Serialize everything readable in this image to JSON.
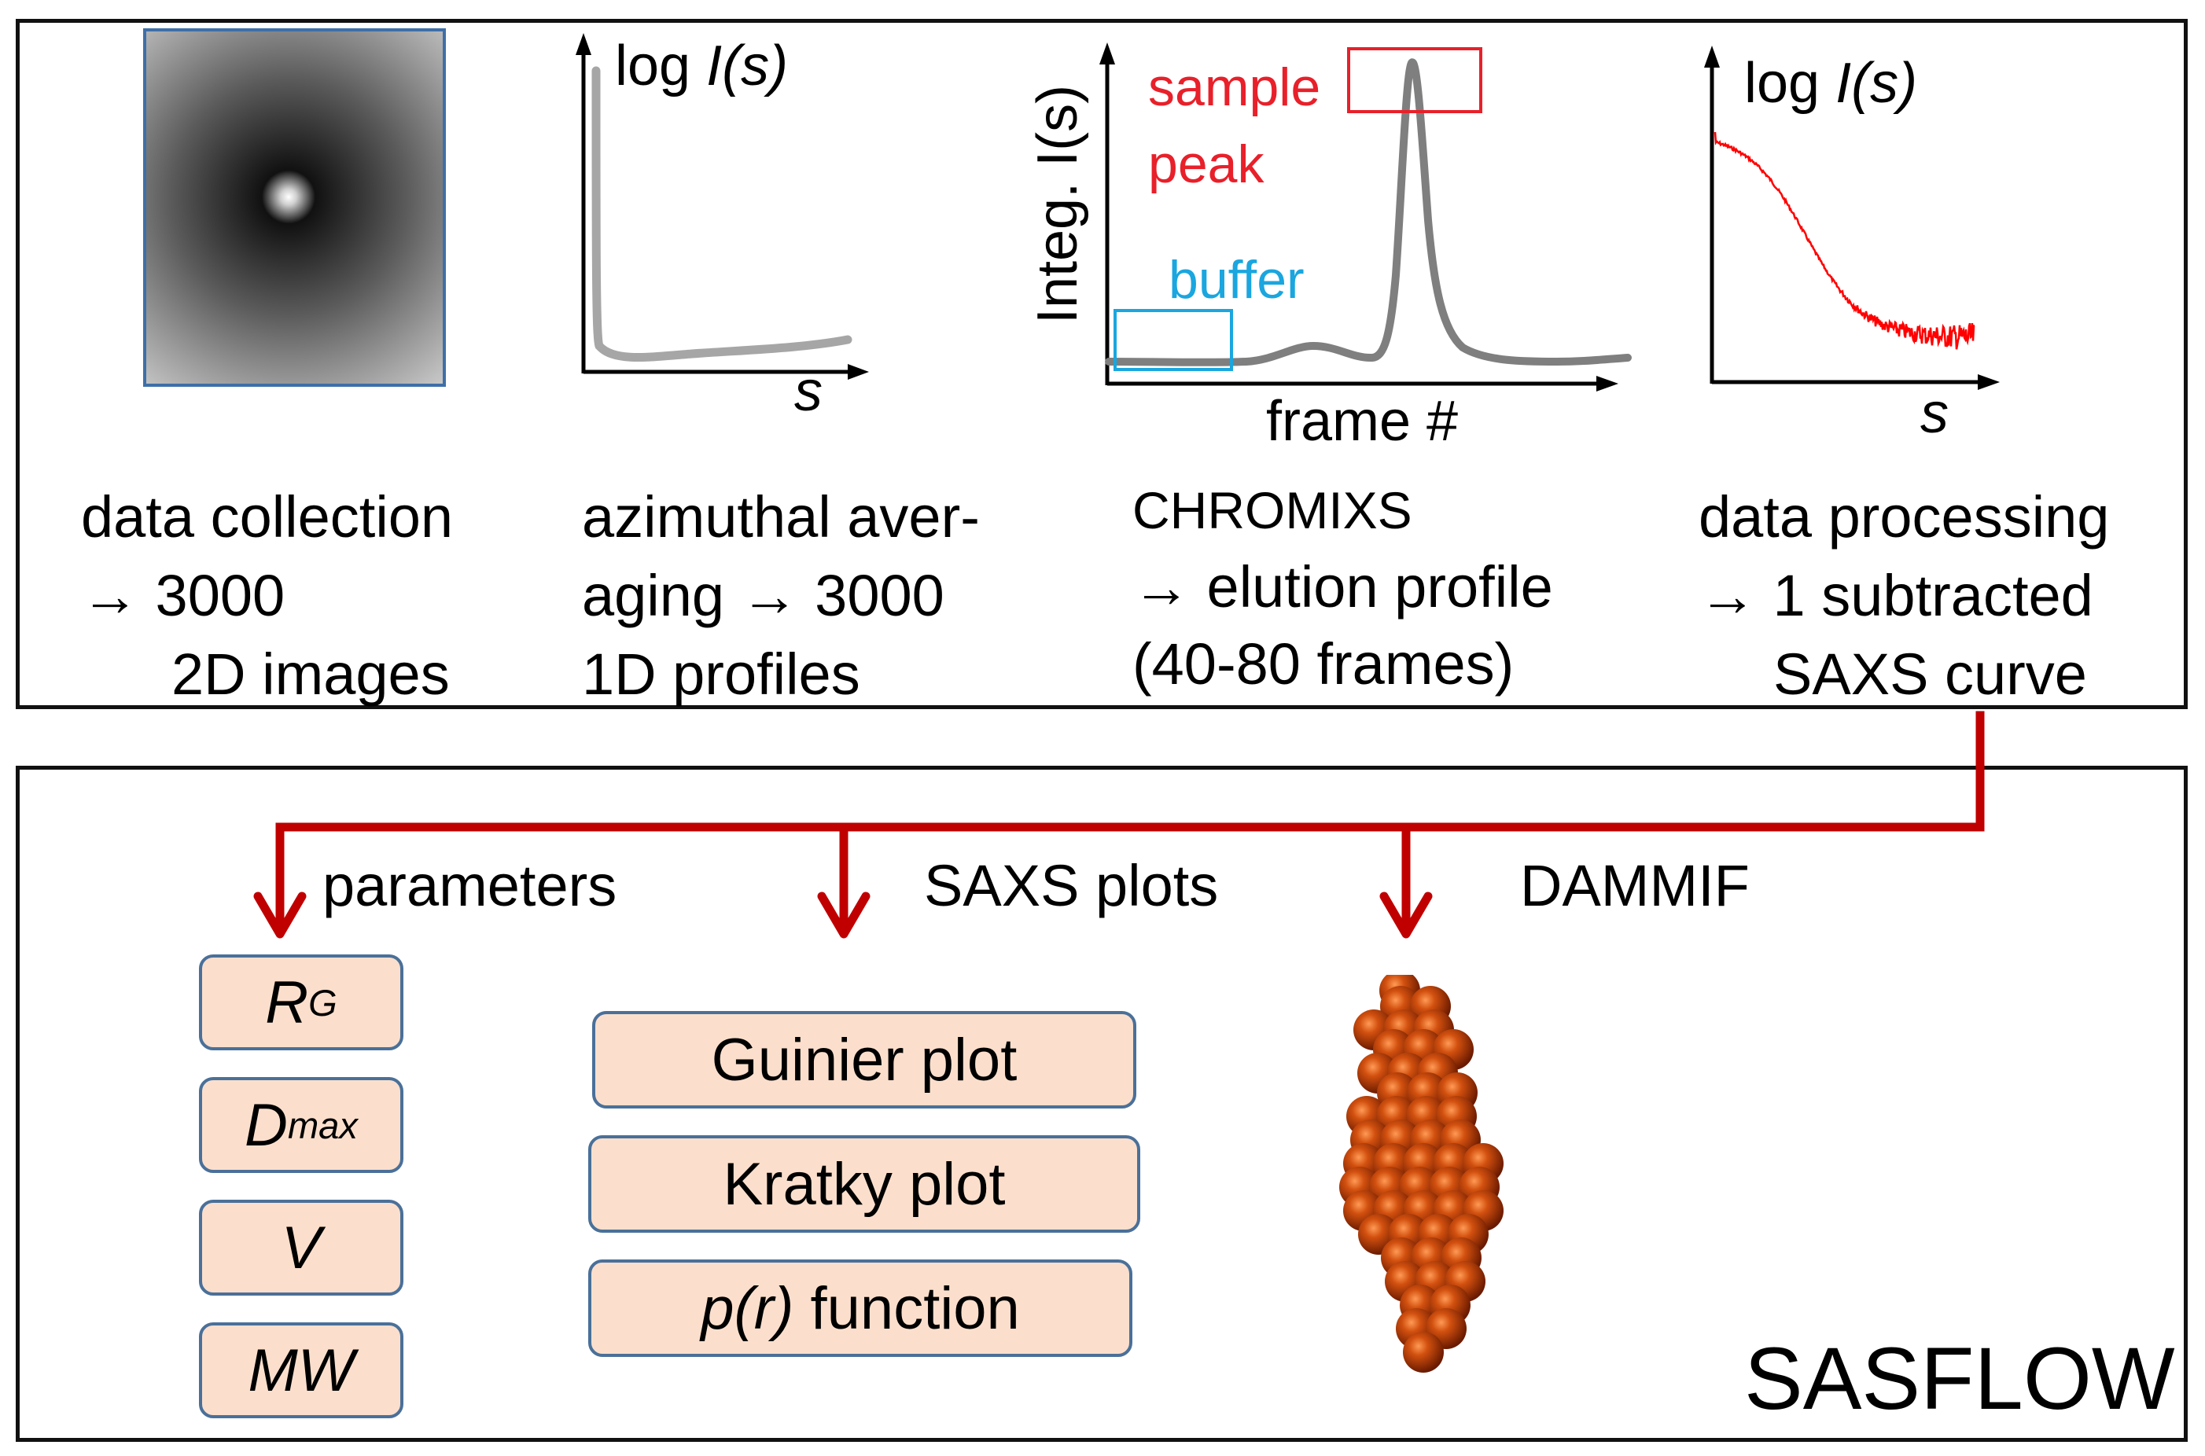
{
  "panels": {
    "collection": {
      "caption": [
        "data collection",
        "→  3000",
        "2D images"
      ]
    },
    "averaging": {
      "ylabel_prefix": "log ",
      "ylabel_italic": "I(s)",
      "xlabel": "s",
      "caption": [
        "azimuthal aver-",
        "aging → 3000",
        "1D profiles"
      ]
    },
    "chromixs": {
      "ylabel": "Integ. I(s)",
      "xlabel": "frame #",
      "sample_label": [
        "sample",
        "peak"
      ],
      "buffer_label": "buffer",
      "caption": [
        "CHROMIXS",
        "→ elution profile",
        "(40-80 frames)"
      ]
    },
    "processing": {
      "ylabel_prefix": "log ",
      "ylabel_italic": "I(s)",
      "xlabel": "s",
      "caption": [
        "data processing",
        "→ 1 subtracted",
        "SAXS curve"
      ]
    }
  },
  "branches": {
    "parameters": "parameters",
    "saxs_plots": "SAXS plots",
    "dammif": "DAMMIF"
  },
  "parameters": {
    "rg": {
      "main": "R",
      "sub": "G"
    },
    "dmax": {
      "main": "D",
      "sub": "max"
    },
    "v": "V",
    "mw": "MW"
  },
  "plots": {
    "guinier": "Guinier plot",
    "kratky": "Kratky plot",
    "pr_italic": "p(r)",
    "pr_rest": " function"
  },
  "footer": "SASFLOW",
  "colors": {
    "arrow_red": "#c00000",
    "sample_red": "#e8202a",
    "buffer_cyan": "#1aa6df",
    "pill_fill": "#fbdfcc",
    "pill_border": "#4a7099",
    "bead": "#b83a0a"
  }
}
